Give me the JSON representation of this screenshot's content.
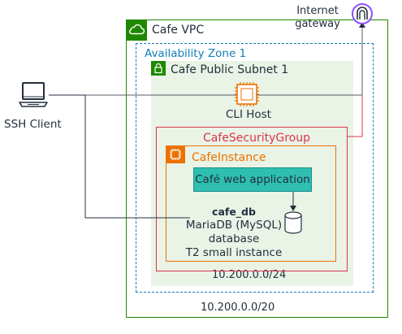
{
  "ssh_client": {
    "label": "SSH Client",
    "icon": "client-computer-icon"
  },
  "internet_gateway": {
    "label_line1": "Internet",
    "label_line2": "gateway",
    "icon": "internet-gateway-icon",
    "color": "#8c4fff"
  },
  "vpc": {
    "label": "Cafe VPC",
    "cidr": "10.200.0.0/20",
    "icon": "vpc-cloud-icon",
    "color": "#1e8900"
  },
  "availability_zone": {
    "label": "Availability Zone 1",
    "color": "#147eba"
  },
  "subnet": {
    "label": "Cafe Public Subnet 1",
    "cidr": "10.200.0.0/24",
    "icon": "subnet-lock-icon",
    "fill": "#e9f3e6",
    "color": "#1e8900"
  },
  "cli_host": {
    "label": "CLI Host",
    "icon": "ec2-chip-icon",
    "color": "#ed7100"
  },
  "security_group": {
    "label": "CafeSecurityGroup",
    "color": "#dd344c"
  },
  "instance": {
    "label": "CafeInstance",
    "icon": "ec2-chip-icon",
    "color": "#ed7100"
  },
  "web_app": {
    "label": "Café web application",
    "fill": "#2ebfb1"
  },
  "database": {
    "name": "cafe_db",
    "engine": "MariaDB (MySQL)",
    "kind": "database",
    "size": "T2 small instance",
    "icon": "database-cylinder-icon"
  }
}
